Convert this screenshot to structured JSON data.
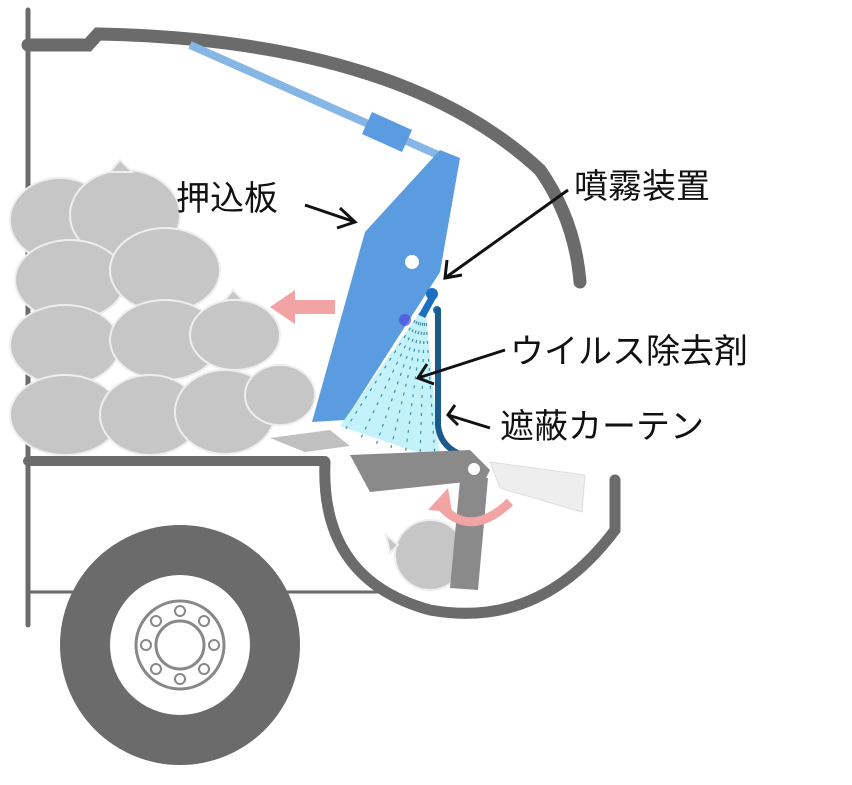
{
  "labels": {
    "pusher_plate": "押込板",
    "spray_device": "噴霧装置",
    "virus_remover": "ウイルス除去剤",
    "shield_curtain": "遮蔽カーテン"
  },
  "colors": {
    "body": "#6b6b6b",
    "pusher": "#5b9be0",
    "rod": "#86b6e6",
    "spray": "#c4f2fb",
    "curtain": "#1c5a8c",
    "bag": "#c6c6c6",
    "arrow_pink": "#f2a3a3"
  }
}
